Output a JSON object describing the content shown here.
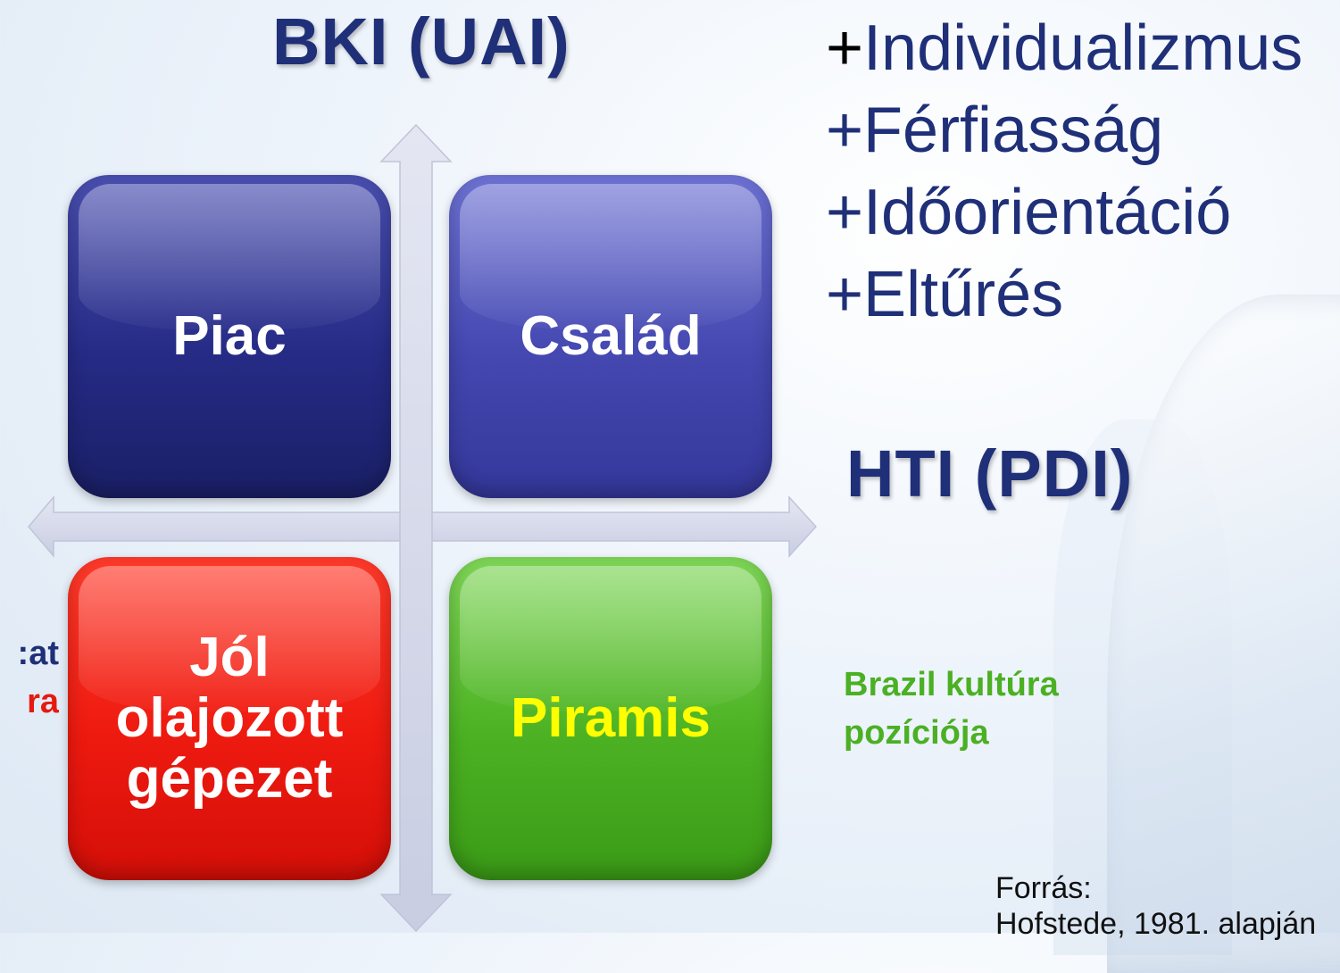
{
  "titles": {
    "vertical_axis": "BKI (UAI)",
    "horizontal_axis": "HTI (PDI)"
  },
  "quadrants": {
    "top_left": "Piac",
    "top_right": "Család",
    "bottom_left_lines": [
      "Jól",
      "olajozott",
      "gépezet"
    ],
    "bottom_right": "Piramis"
  },
  "dimensions": {
    "items": [
      {
        "plus": "+",
        "label": "Individualizmus"
      },
      {
        "plus": "+",
        "label": "Férfiasság"
      },
      {
        "plus": "+",
        "label": "Időorientáció"
      },
      {
        "plus": "+",
        "label": "Eltűrés"
      }
    ]
  },
  "brazil_note": {
    "line1": "Brazil kultúra",
    "line2": "pozíciója"
  },
  "left_fragment": {
    "line1": "at:",
    "line2": "ra"
  },
  "source": {
    "line1": "Forrás:",
    "line2": "Hofstede, 1981. alapján"
  },
  "colors": {
    "title": "#1f2f78",
    "piac": "#262b86",
    "csalad": "#4448b0",
    "jol": "#ee1a10",
    "piramis": "#4cb223",
    "piramis_text": "#ffff00",
    "brazil": "#4bb024"
  }
}
